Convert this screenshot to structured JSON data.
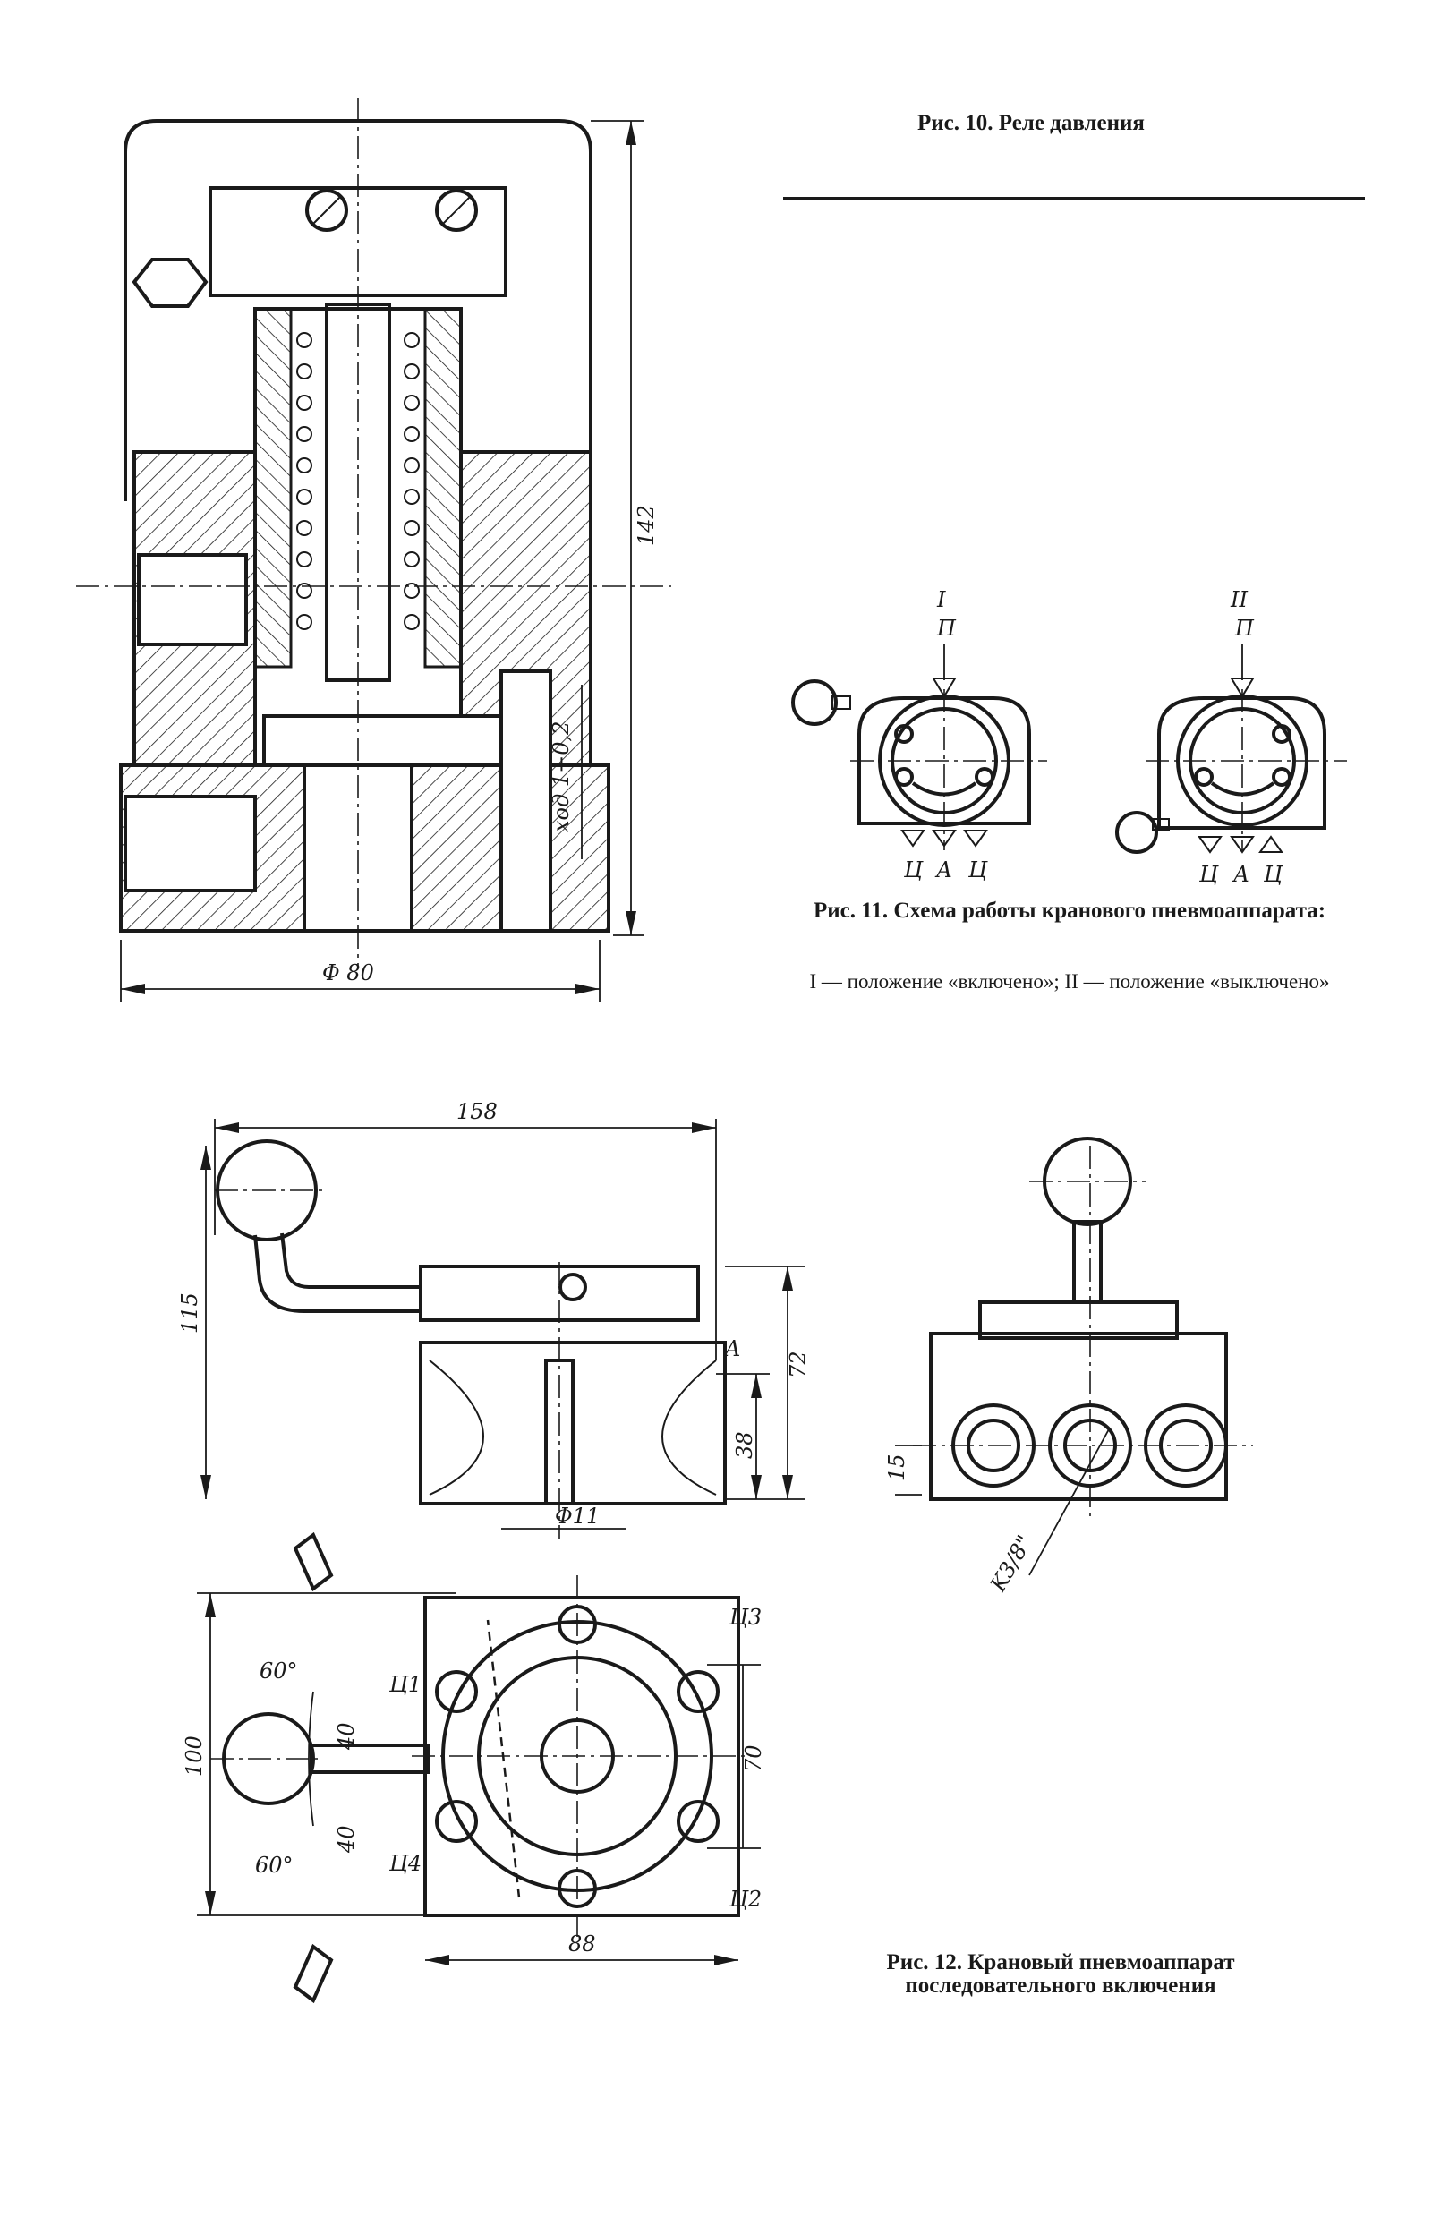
{
  "fig10": {
    "caption": "Рис. 10. Реле давления",
    "dims": {
      "height": "142",
      "diameter": "Φ 80",
      "stroke": "ход 1+0,2"
    }
  },
  "fig11": {
    "caption": "Рис. 11. Схема работы кранового пневмоаппарата:",
    "legend": "I — положение «включено»; II — положение «выключено»",
    "states": [
      {
        "roman": "I",
        "top_label": "П",
        "bottom_labels": [
          "Ц",
          "А",
          "Ц"
        ]
      },
      {
        "roman": "II",
        "top_label": "П",
        "bottom_labels": [
          "Ц",
          "А",
          "Ц"
        ]
      }
    ]
  },
  "fig12": {
    "caption": "Рис. 12. Крановый пневмоаппарат последовательного включения",
    "dims": {
      "width": "158",
      "height": "115",
      "h72": "72",
      "h38": "38",
      "bore": "Φ11",
      "mark_a": "A",
      "h15": "15",
      "thread": "K3/8\"",
      "plan_h": "100",
      "plan_w": "88",
      "w70": "70",
      "w40a": "40",
      "w40b": "40",
      "ang1": "60°",
      "ang2": "60°"
    },
    "ports": [
      "Ц1",
      "Ц2",
      "Ц3",
      "Ц4"
    ]
  }
}
